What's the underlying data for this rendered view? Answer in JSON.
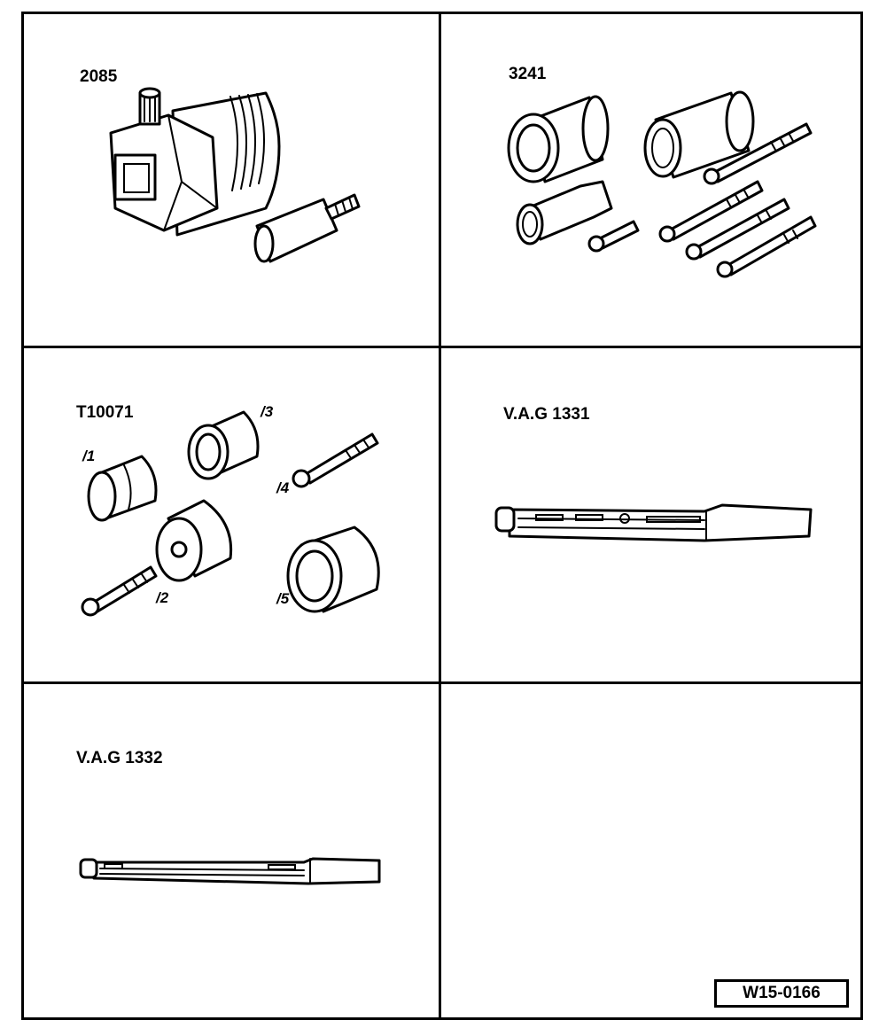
{
  "cells": [
    {
      "id": "cell-1",
      "label": "2085"
    },
    {
      "id": "cell-2",
      "label": "3241"
    },
    {
      "id": "cell-3",
      "label": "T10071",
      "parts": [
        "/1",
        "/2",
        "/3",
        "/4",
        "/5"
      ]
    },
    {
      "id": "cell-4",
      "label": "V.A.G 1331"
    },
    {
      "id": "cell-5",
      "label": "V.A.G 1332"
    },
    {
      "id": "cell-6",
      "label": ""
    }
  ],
  "figure_code": "W15-0166"
}
